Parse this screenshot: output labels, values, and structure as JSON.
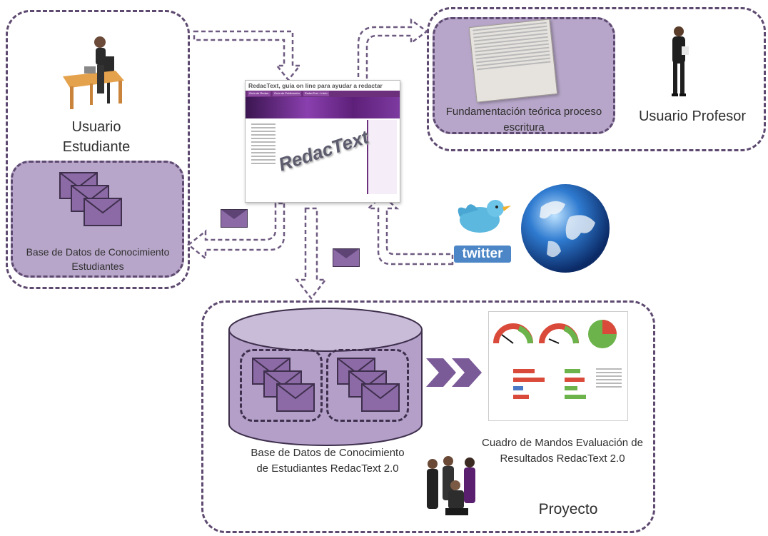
{
  "student_panel": {
    "title_line1": "Usuario",
    "title_line2": "Estudiante"
  },
  "student_db": {
    "label_line1": "Base de Datos de Conocimiento",
    "label_line2": "Estudiantes"
  },
  "teacher_panel": {
    "title": "Usuario Profesor"
  },
  "theory_doc": {
    "label_line1": "Fundamentación teórica proceso",
    "label_line2": "escritura"
  },
  "redactext_site": {
    "header": "RedacText, guía on line para ayudar a redactar",
    "logo_text": "RedacText",
    "tab1": "Guía de Redac.",
    "tab2": "Guía de Publicación",
    "tab3": "RedacText - Inicio"
  },
  "twitter": {
    "wordmark": "twitter"
  },
  "project_panel": {
    "title": "Proyecto",
    "db_label_line1": "Base de Datos de Conocimiento",
    "db_label_line2": "de Estudiantes RedacText 2.0",
    "dashboard_label_line1": "Cuadro de Mandos Evaluación de",
    "dashboard_label_line2": "Resultados RedacText 2.0"
  },
  "colors": {
    "panel_border": "#5e4a70",
    "panel_fill": "#b7a6c9",
    "envelope": "#8c6aa6",
    "arrow_border": "#6e5a80",
    "cylinder": "#b39fc8"
  },
  "icons": [
    "student-at-desk-icon",
    "teacher-icon",
    "envelope-icon",
    "twitter-bird-icon",
    "globe-icon",
    "business-team-icon",
    "cylinder-db-icon",
    "double-chevron-icon"
  ]
}
